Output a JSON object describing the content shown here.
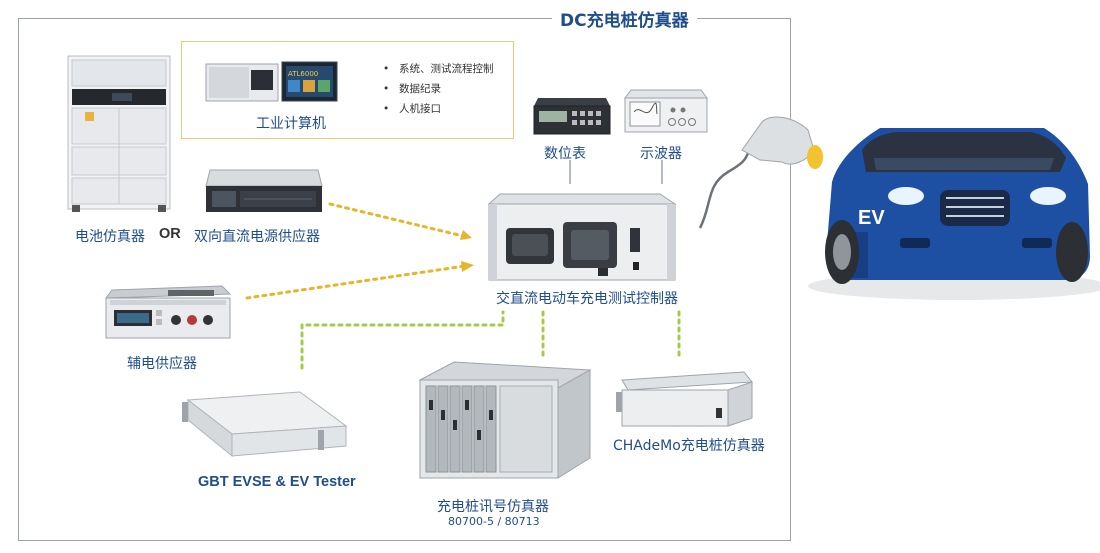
{
  "title": "DC充电桩仿真器",
  "ipc": {
    "label": "工业计算机",
    "screen_text": "ATL6000",
    "bullets": [
      "系统、测试流程控制",
      "数据纪录",
      "人机接口"
    ]
  },
  "labels": {
    "battery_simulator": "电池仿真器",
    "or": "OR",
    "bidirectional_supply": "双向直流电源供应器",
    "dmm": "数位表",
    "oscilloscope": "示波器",
    "controller": "交直流电动车充电测试控制器",
    "aux_supply": "辅电供应器",
    "gbt_tester": "GBT EVSE & EV Tester",
    "signal_sim": "充电桩讯号仿真器",
    "signal_sim_models": "80700-5 / 80713",
    "chademo": "CHAdeMo充电桩仿真器",
    "ev_badge": "EV"
  },
  "colors": {
    "text_blue": "#1f4e8c",
    "dotted_gold": "#e5b52a",
    "dotted_green": "#a7c94a",
    "car_blue": "#1d4fa3",
    "frame_gray": "#9aa3ad"
  }
}
